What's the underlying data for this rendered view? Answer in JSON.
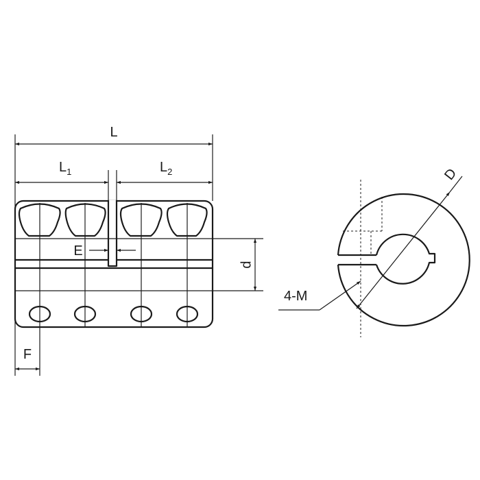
{
  "diagram": {
    "labels": {
      "L": "L",
      "L1_main": "L",
      "L1_sub": "1",
      "L2_main": "L",
      "L2_sub": "2",
      "E": "E",
      "d": "d",
      "F": "F",
      "four_M": "4-M",
      "D": "D"
    },
    "colors": {
      "stroke": "#1a1a1a",
      "background": "#ffffff"
    }
  }
}
